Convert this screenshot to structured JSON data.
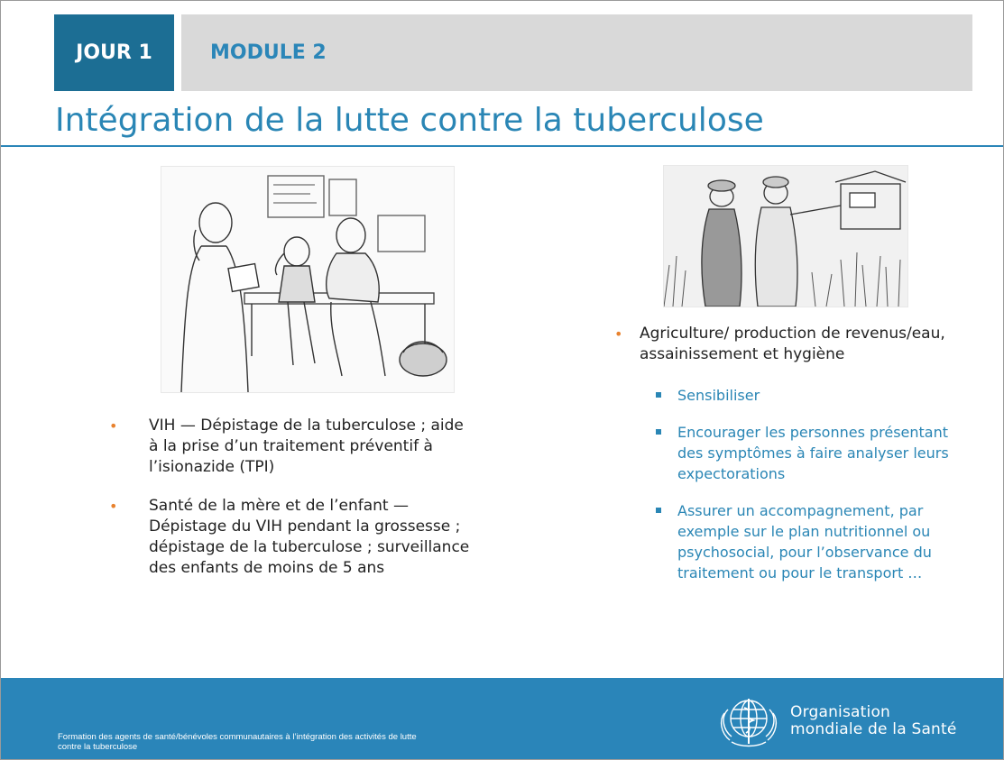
{
  "header": {
    "day_tab": "JOUR 1",
    "module_tab": "MODULE 2"
  },
  "title": "Intégration de la lutte contre la tuberculose",
  "left_bullets": [
    "VIH — Dépistage de la tuberculose ; aide à la prise d’un traitement préventif à l’isionazide (TPI)",
    "Santé de la mère et de l’enfant — Dépistage du VIH pendant la grossesse ; dépistage de la tuberculose ; surveillance des enfants de moins de 5 ans"
  ],
  "right_bullet": {
    "text": "Agriculture/ production de revenus/eau, assainissement et hygiène",
    "sub_items": [
      "Sensibiliser",
      "Encourager les personnes présentant des symptômes à faire analyser leurs expectorations",
      "Assurer un accompagnement, par exemple sur le plan nutritionnel ou psychosocial, pour l’observance du traitement ou pour le transport …"
    ]
  },
  "footer": {
    "caption": "Formation des agents de santé/bénévoles communautaires à l’intégration des activités de lutte contre la tuberculose",
    "org_line1": "Organisation",
    "org_line2": "mondiale de la Santé"
  },
  "colors": {
    "accent_blue": "#2a86b5",
    "tab_dark": "#1c6e94",
    "bullet_orange": "#e8822e",
    "footer_bg": "#2a85b9"
  },
  "icons": {
    "left_illustration": "health-worker-mother-child-illustration",
    "right_illustration": "farmers-field-illustration",
    "logo": "who-emblem-icon"
  }
}
